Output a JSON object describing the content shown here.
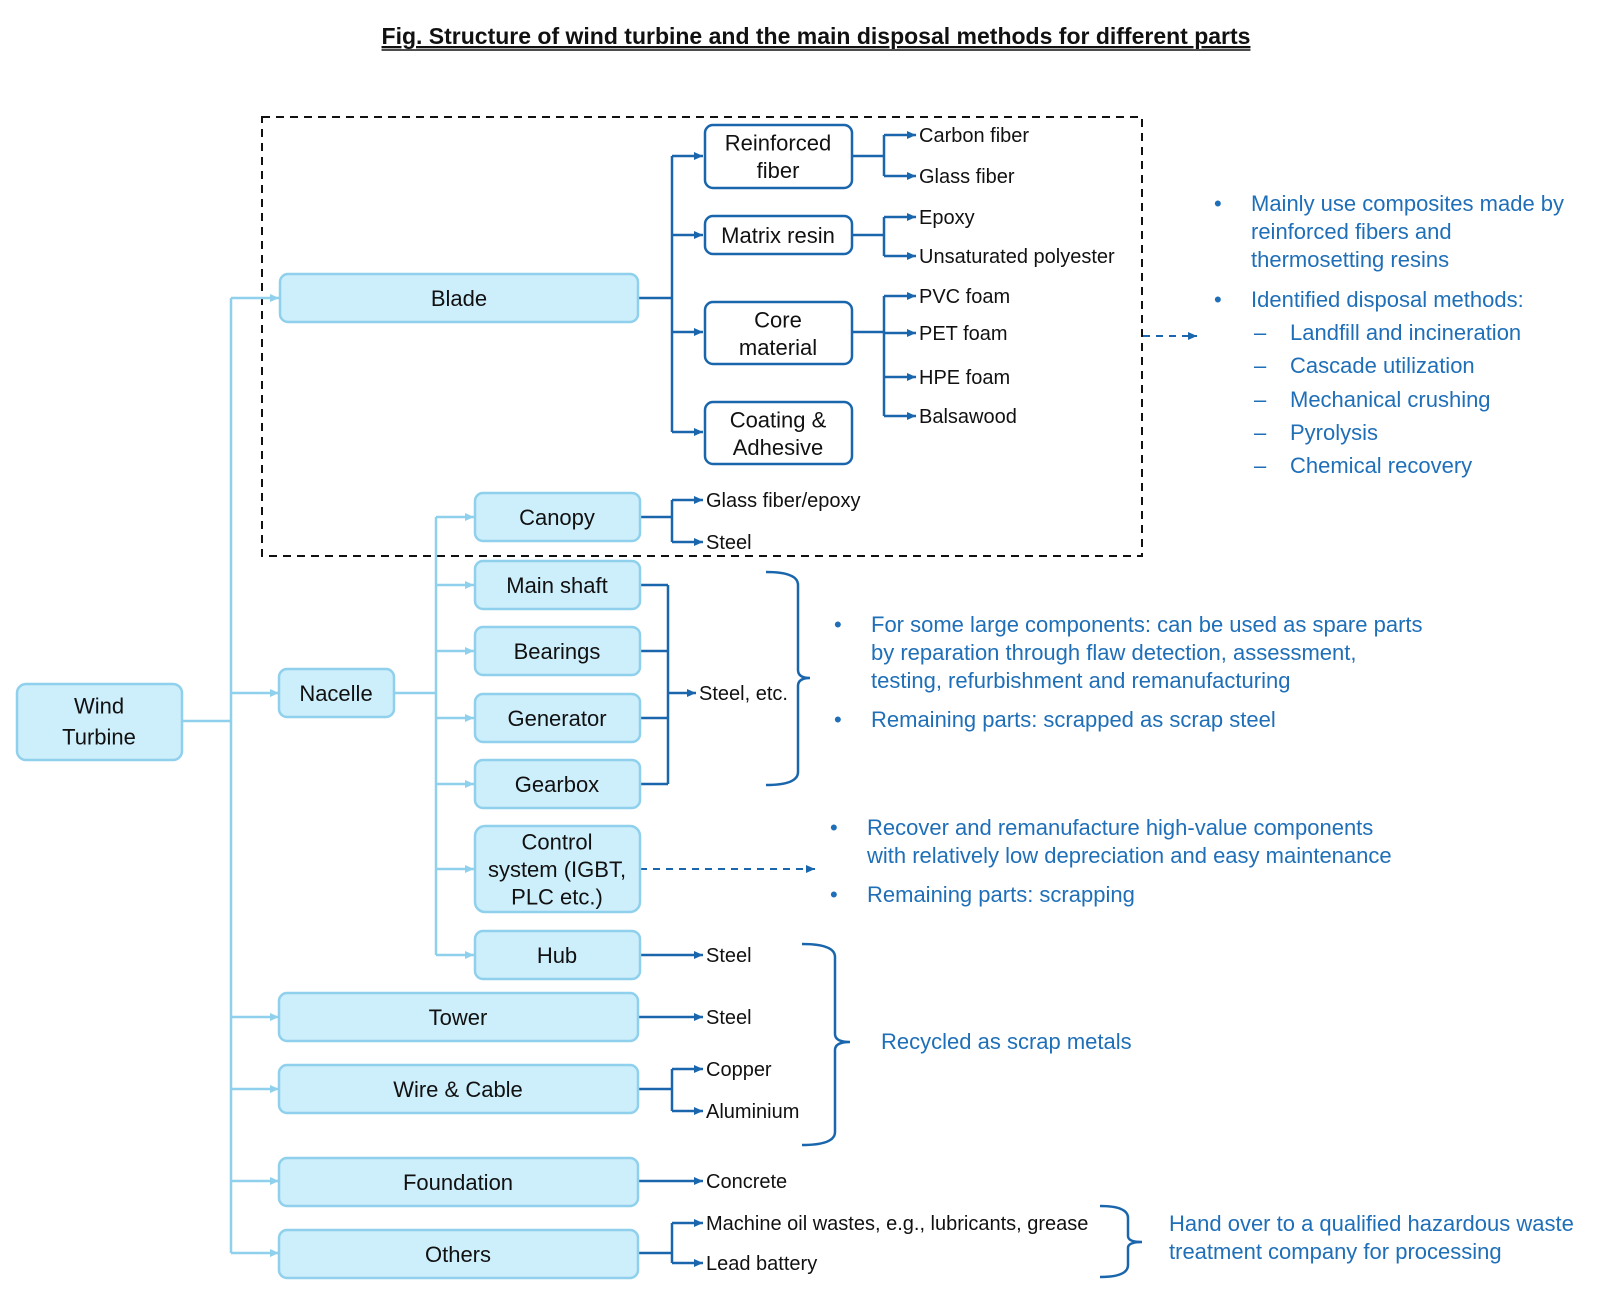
{
  "title": "Fig. Structure of wind turbine and the main disposal methods for different parts",
  "nodes": {
    "root": "Wind\nTurbine",
    "blade": "Blade",
    "nacelle": "Nacelle",
    "tower": "Tower",
    "wire": "Wire & Cable",
    "foundation": "Foundation",
    "others": "Others",
    "reinforced_fiber": "Reinforced\nfiber",
    "matrix_resin": "Matrix resin",
    "core_material": "Core\nmaterial",
    "coating": "Coating &\nAdhesive",
    "canopy": "Canopy",
    "main_shaft": "Main shaft",
    "bearings": "Bearings",
    "generator": "Generator",
    "gearbox": "Gearbox",
    "control_system": "Control\nsystem (IGBT,\nPLC etc.)",
    "hub": "Hub"
  },
  "materials": {
    "carbon_fiber": "Carbon fiber",
    "glass_fiber": "Glass fiber",
    "epoxy": "Epoxy",
    "unsaturated_polyester": "Unsaturated polyester",
    "pvc_foam": "PVC foam",
    "pet_foam": "PET foam",
    "hpe_foam": "HPE foam",
    "balsawood": "Balsawood",
    "glass_fiber_epoxy": "Glass fiber/epoxy",
    "canopy_steel": "Steel",
    "steel_etc": "Steel, etc.",
    "hub_steel": "Steel",
    "tower_steel": "Steel",
    "copper": "Copper",
    "aluminium": "Aluminium",
    "concrete": "Concrete",
    "machine_oil": "Machine oil wastes, e.g., lubricants, grease",
    "lead_battery": "Lead battery"
  },
  "notes": {
    "blade": {
      "bullet1": "Mainly use composites made by\nreinforced fibers and\nthermosetting resins",
      "bullet2": "Identified disposal methods:",
      "methods": [
        "Landfill and incineration",
        "Cascade utilization",
        "Mechanical crushing",
        "Pyrolysis",
        "Chemical recovery"
      ]
    },
    "components": {
      "bullet1": "For some large components: can be used as spare parts\nby reparation through flaw detection, assessment,\ntesting, refurbishment and remanufacturing",
      "bullet2": "Remaining parts: scrapped as scrap steel"
    },
    "control": {
      "bullet1": "Recover and remanufacture high-value components\nwith relatively low depreciation and easy maintenance",
      "bullet2": "Remaining parts: scrapping"
    },
    "metals": "Recycled as scrap metals",
    "hazardous": "Hand over to a qualified hazardous waste\ntreatment company for processing"
  },
  "symbols": {
    "bullet": "•",
    "dash": "–"
  },
  "colors": {
    "box_fill": "#cdeefb",
    "box_stroke": "#8fd0ec",
    "dark_blue": "#1a66ad",
    "note_blue": "#1f6fb8"
  }
}
